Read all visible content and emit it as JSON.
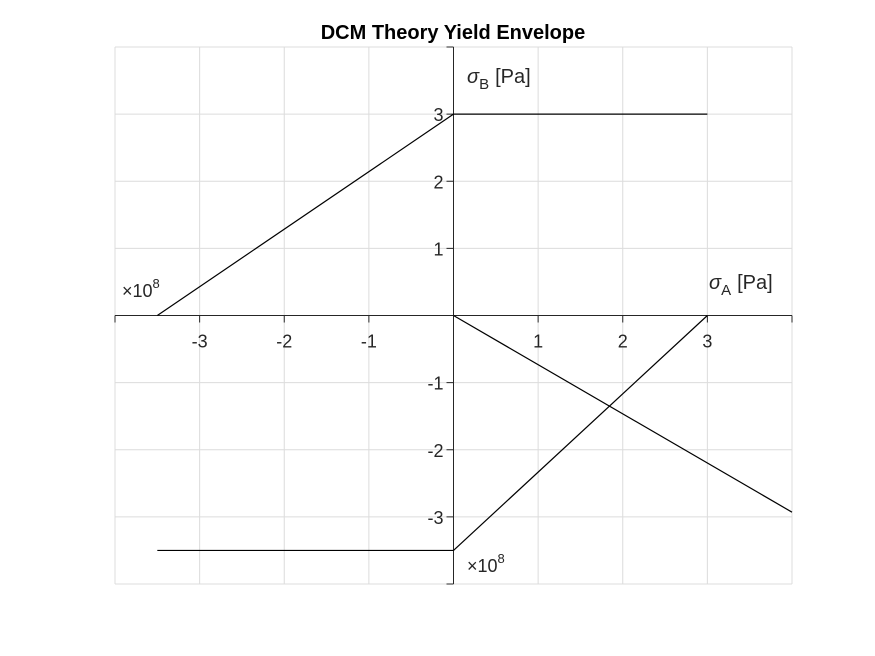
{
  "chart_data": {
    "type": "line",
    "title": "DCM Theory Yield Envelope",
    "xlabel": {
      "symbol": "σ",
      "subscript": "A",
      "unit": "[Pa]"
    },
    "ylabel": {
      "symbol": "σ",
      "subscript": "B",
      "unit": "[Pa]"
    },
    "x_exponent_label": {
      "base": "×10",
      "exp": "8"
    },
    "y_exponent_label": {
      "base": "×10",
      "exp": "8"
    },
    "multiplier": 100000000,
    "xlim": [
      -4,
      4
    ],
    "ylim": [
      -4,
      4
    ],
    "xticks": [
      -3,
      -2,
      -1,
      1,
      2,
      3
    ],
    "yticks": [
      -3,
      -2,
      -1,
      1,
      2,
      3
    ],
    "xtick_labels": [
      "-3",
      "-2",
      "-1",
      "1",
      "2",
      "3"
    ],
    "ytick_labels": [
      "-3",
      "-2",
      "-1",
      "1",
      "2",
      "3"
    ],
    "grid": true,
    "axes_through_origin": true,
    "series": [
      {
        "x": [
          -3.5,
          0
        ],
        "y": [
          0,
          3
        ]
      },
      {
        "x": [
          0,
          3
        ],
        "y": [
          3,
          3
        ]
      },
      {
        "x": [
          0,
          4
        ],
        "y": [
          0,
          -2.93
        ]
      },
      {
        "x": [
          0,
          3
        ],
        "y": [
          -3.5,
          0
        ]
      },
      {
        "x": [
          -3.5,
          0
        ],
        "y": [
          -3.5,
          -3.5
        ]
      }
    ]
  }
}
